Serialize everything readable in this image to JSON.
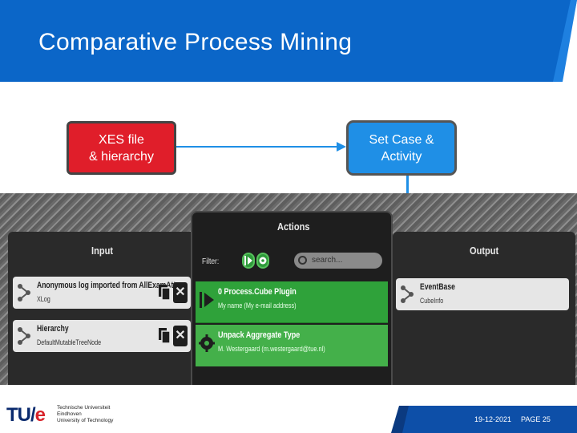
{
  "slide": {
    "title": "Comparative Process Mining",
    "colors": {
      "banner": "#0b66c8",
      "red_box": "#e01e2a",
      "blue_box": "#1f8fe6",
      "green": "#2fa23a"
    }
  },
  "flow": {
    "box1_line1": "XES  file",
    "box1_line2": "& hierarchy",
    "box2_line1": "Set Case &",
    "box2_line2": "Activity"
  },
  "prom": {
    "input_title": "Input",
    "actions_title": "Actions",
    "output_title": "Output",
    "filter_label": "Filter:",
    "search_placeholder": "search...",
    "inputs": [
      {
        "name": "Anonymous log imported from AllExamAtt...",
        "type": "XLog"
      },
      {
        "name": "Hierarchy",
        "type": "DefaultMutableTreeNode"
      }
    ],
    "actions": [
      {
        "name": "0 Process.Cube Plugin",
        "author": "My name (My e-mail address)",
        "icon": "play-icon"
      },
      {
        "name": "Unpack Aggregate Type",
        "author": "M. Westergaard (m.westergaard@tue.nl)",
        "icon": "gear-icon"
      }
    ],
    "outputs": [
      {
        "name": "EventBase",
        "type": "CubeInfo"
      }
    ]
  },
  "footer": {
    "logo_tu": "TU",
    "logo_e": "e",
    "logo_line1": "Technische Universiteit",
    "logo_line2": "Eindhoven",
    "logo_line3": "University of Technology",
    "date": "19-12-2021",
    "page": "PAGE 25"
  }
}
